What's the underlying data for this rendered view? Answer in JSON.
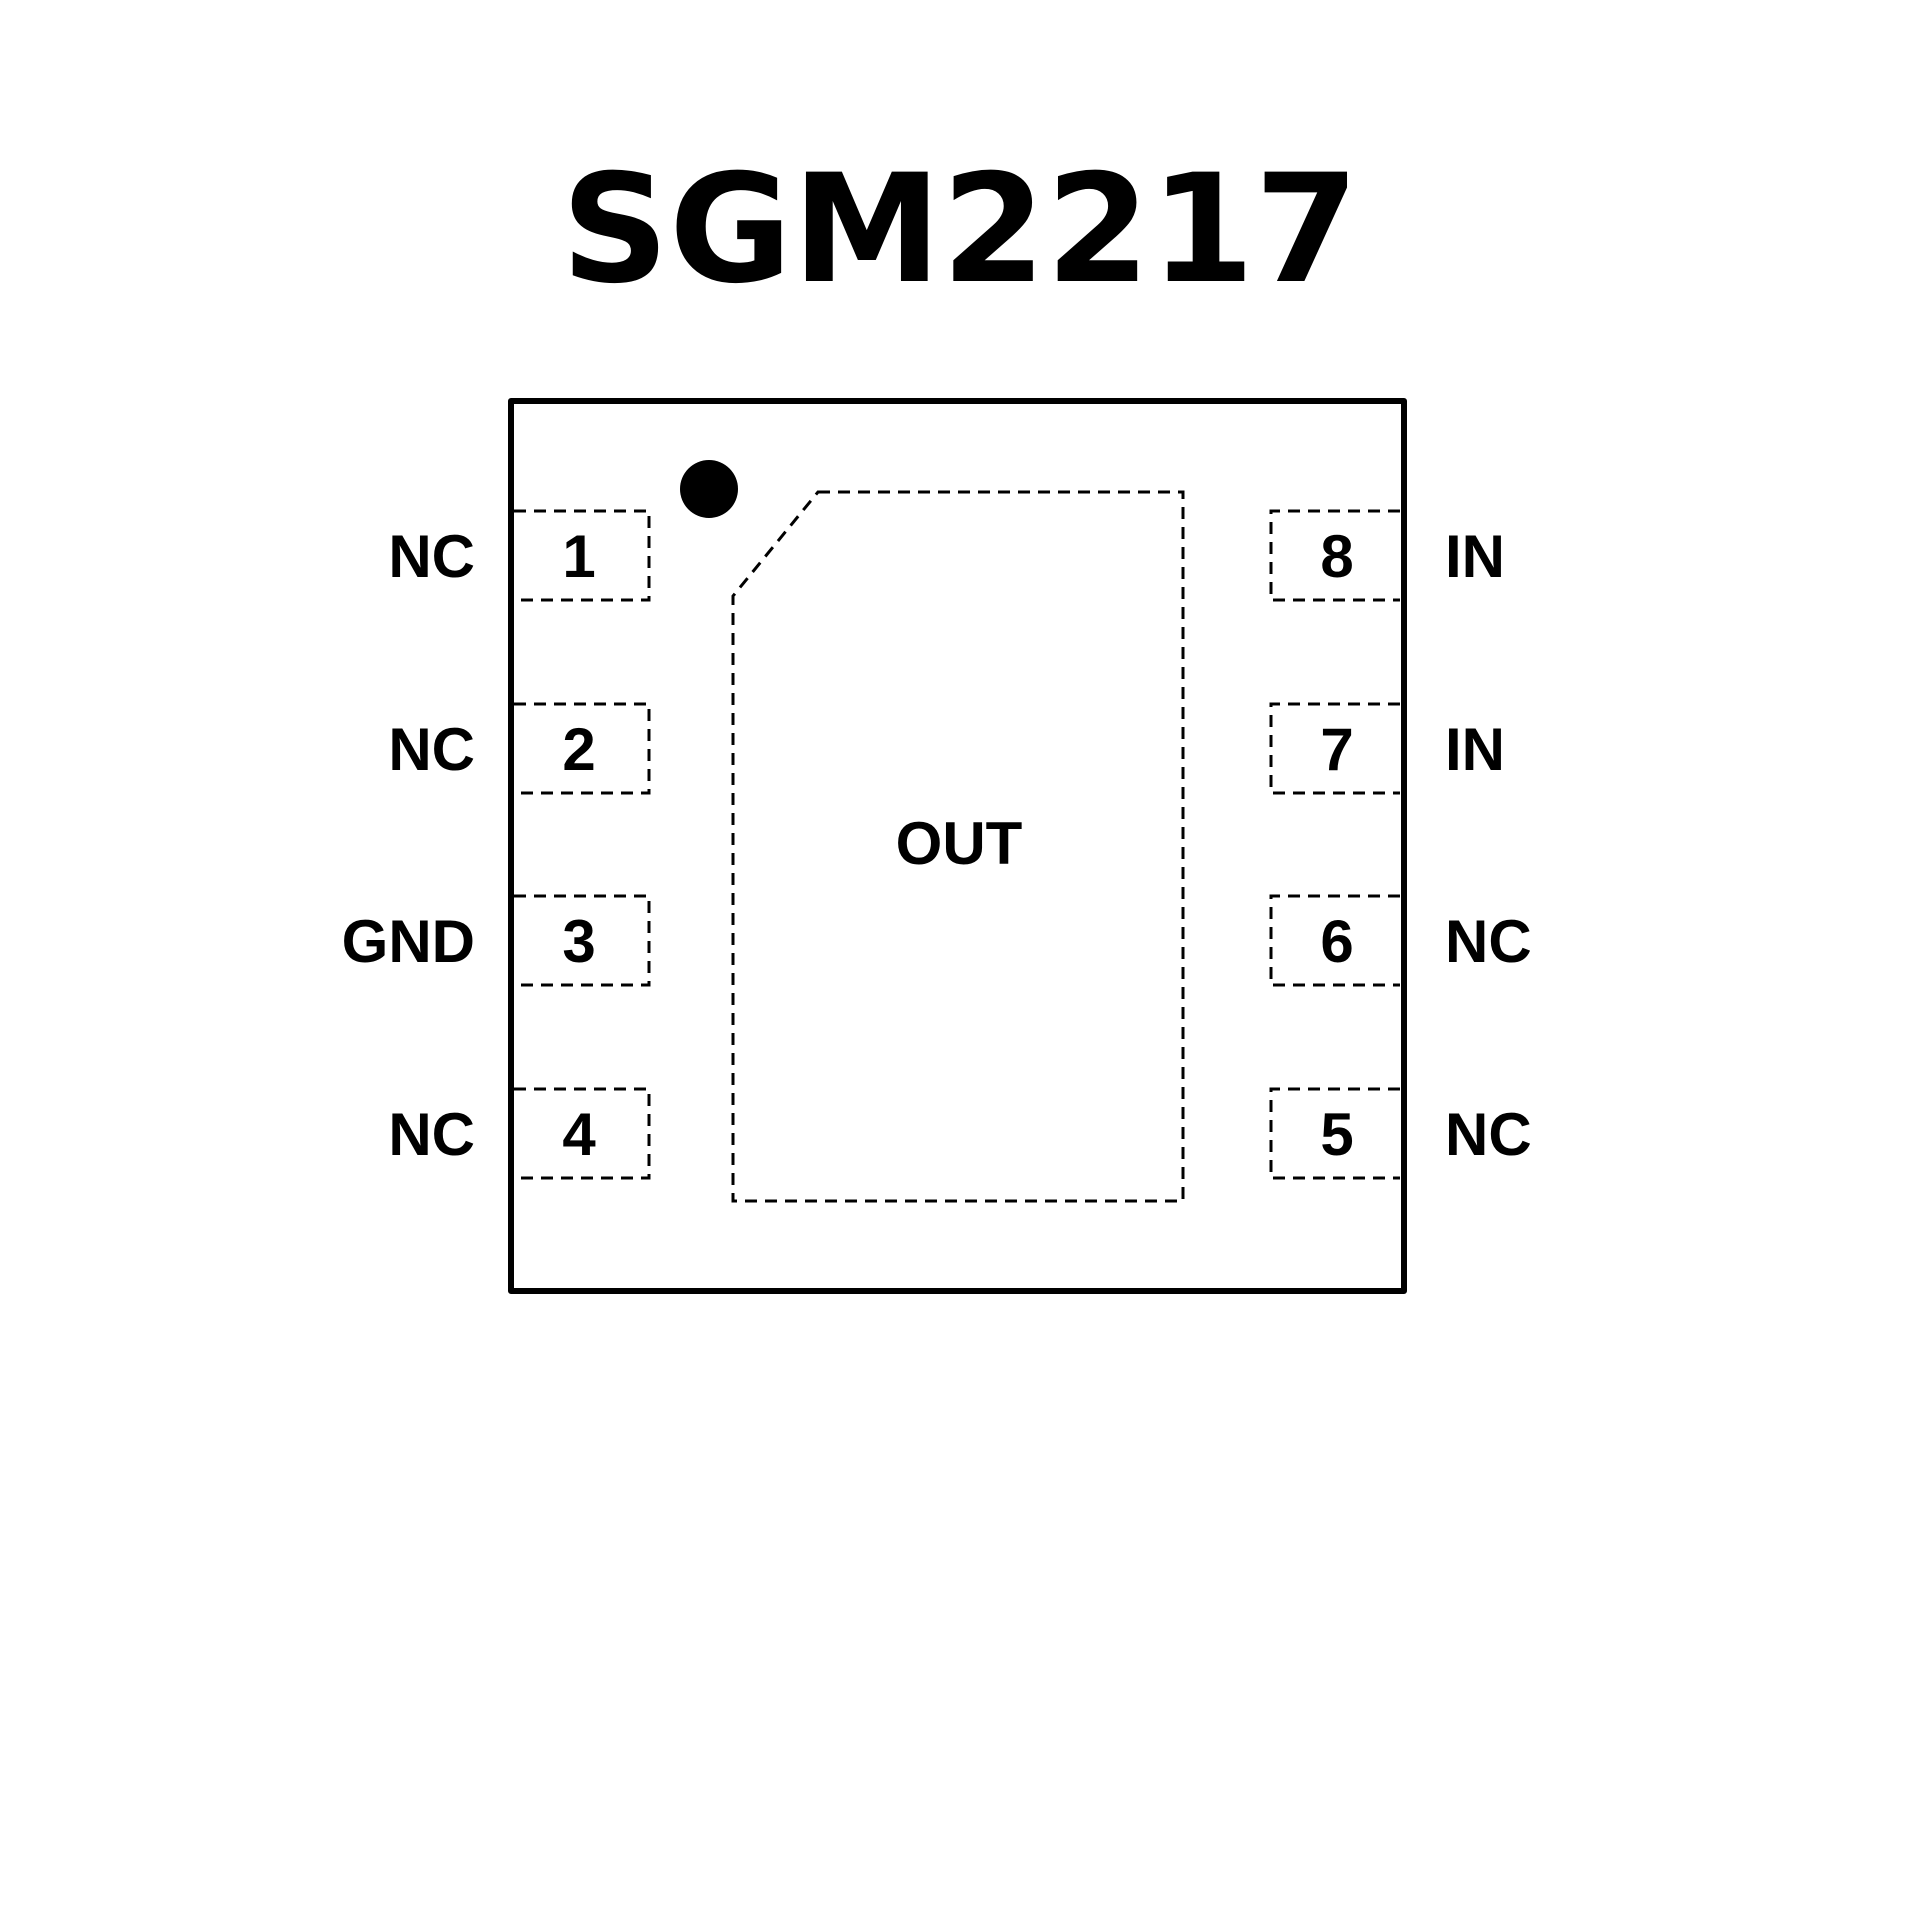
{
  "title": "SGM2217",
  "center_pad_label": "OUT",
  "pins": [
    {
      "number": "1",
      "name": "NC",
      "side": "left"
    },
    {
      "number": "2",
      "name": "NC",
      "side": "left"
    },
    {
      "number": "3",
      "name": "GND",
      "side": "left"
    },
    {
      "number": "4",
      "name": "NC",
      "side": "left"
    },
    {
      "number": "5",
      "name": "NC",
      "side": "right"
    },
    {
      "number": "6",
      "name": "NC",
      "side": "right"
    },
    {
      "number": "7",
      "name": "IN",
      "side": "right"
    },
    {
      "number": "8",
      "name": "IN",
      "side": "right"
    }
  ]
}
